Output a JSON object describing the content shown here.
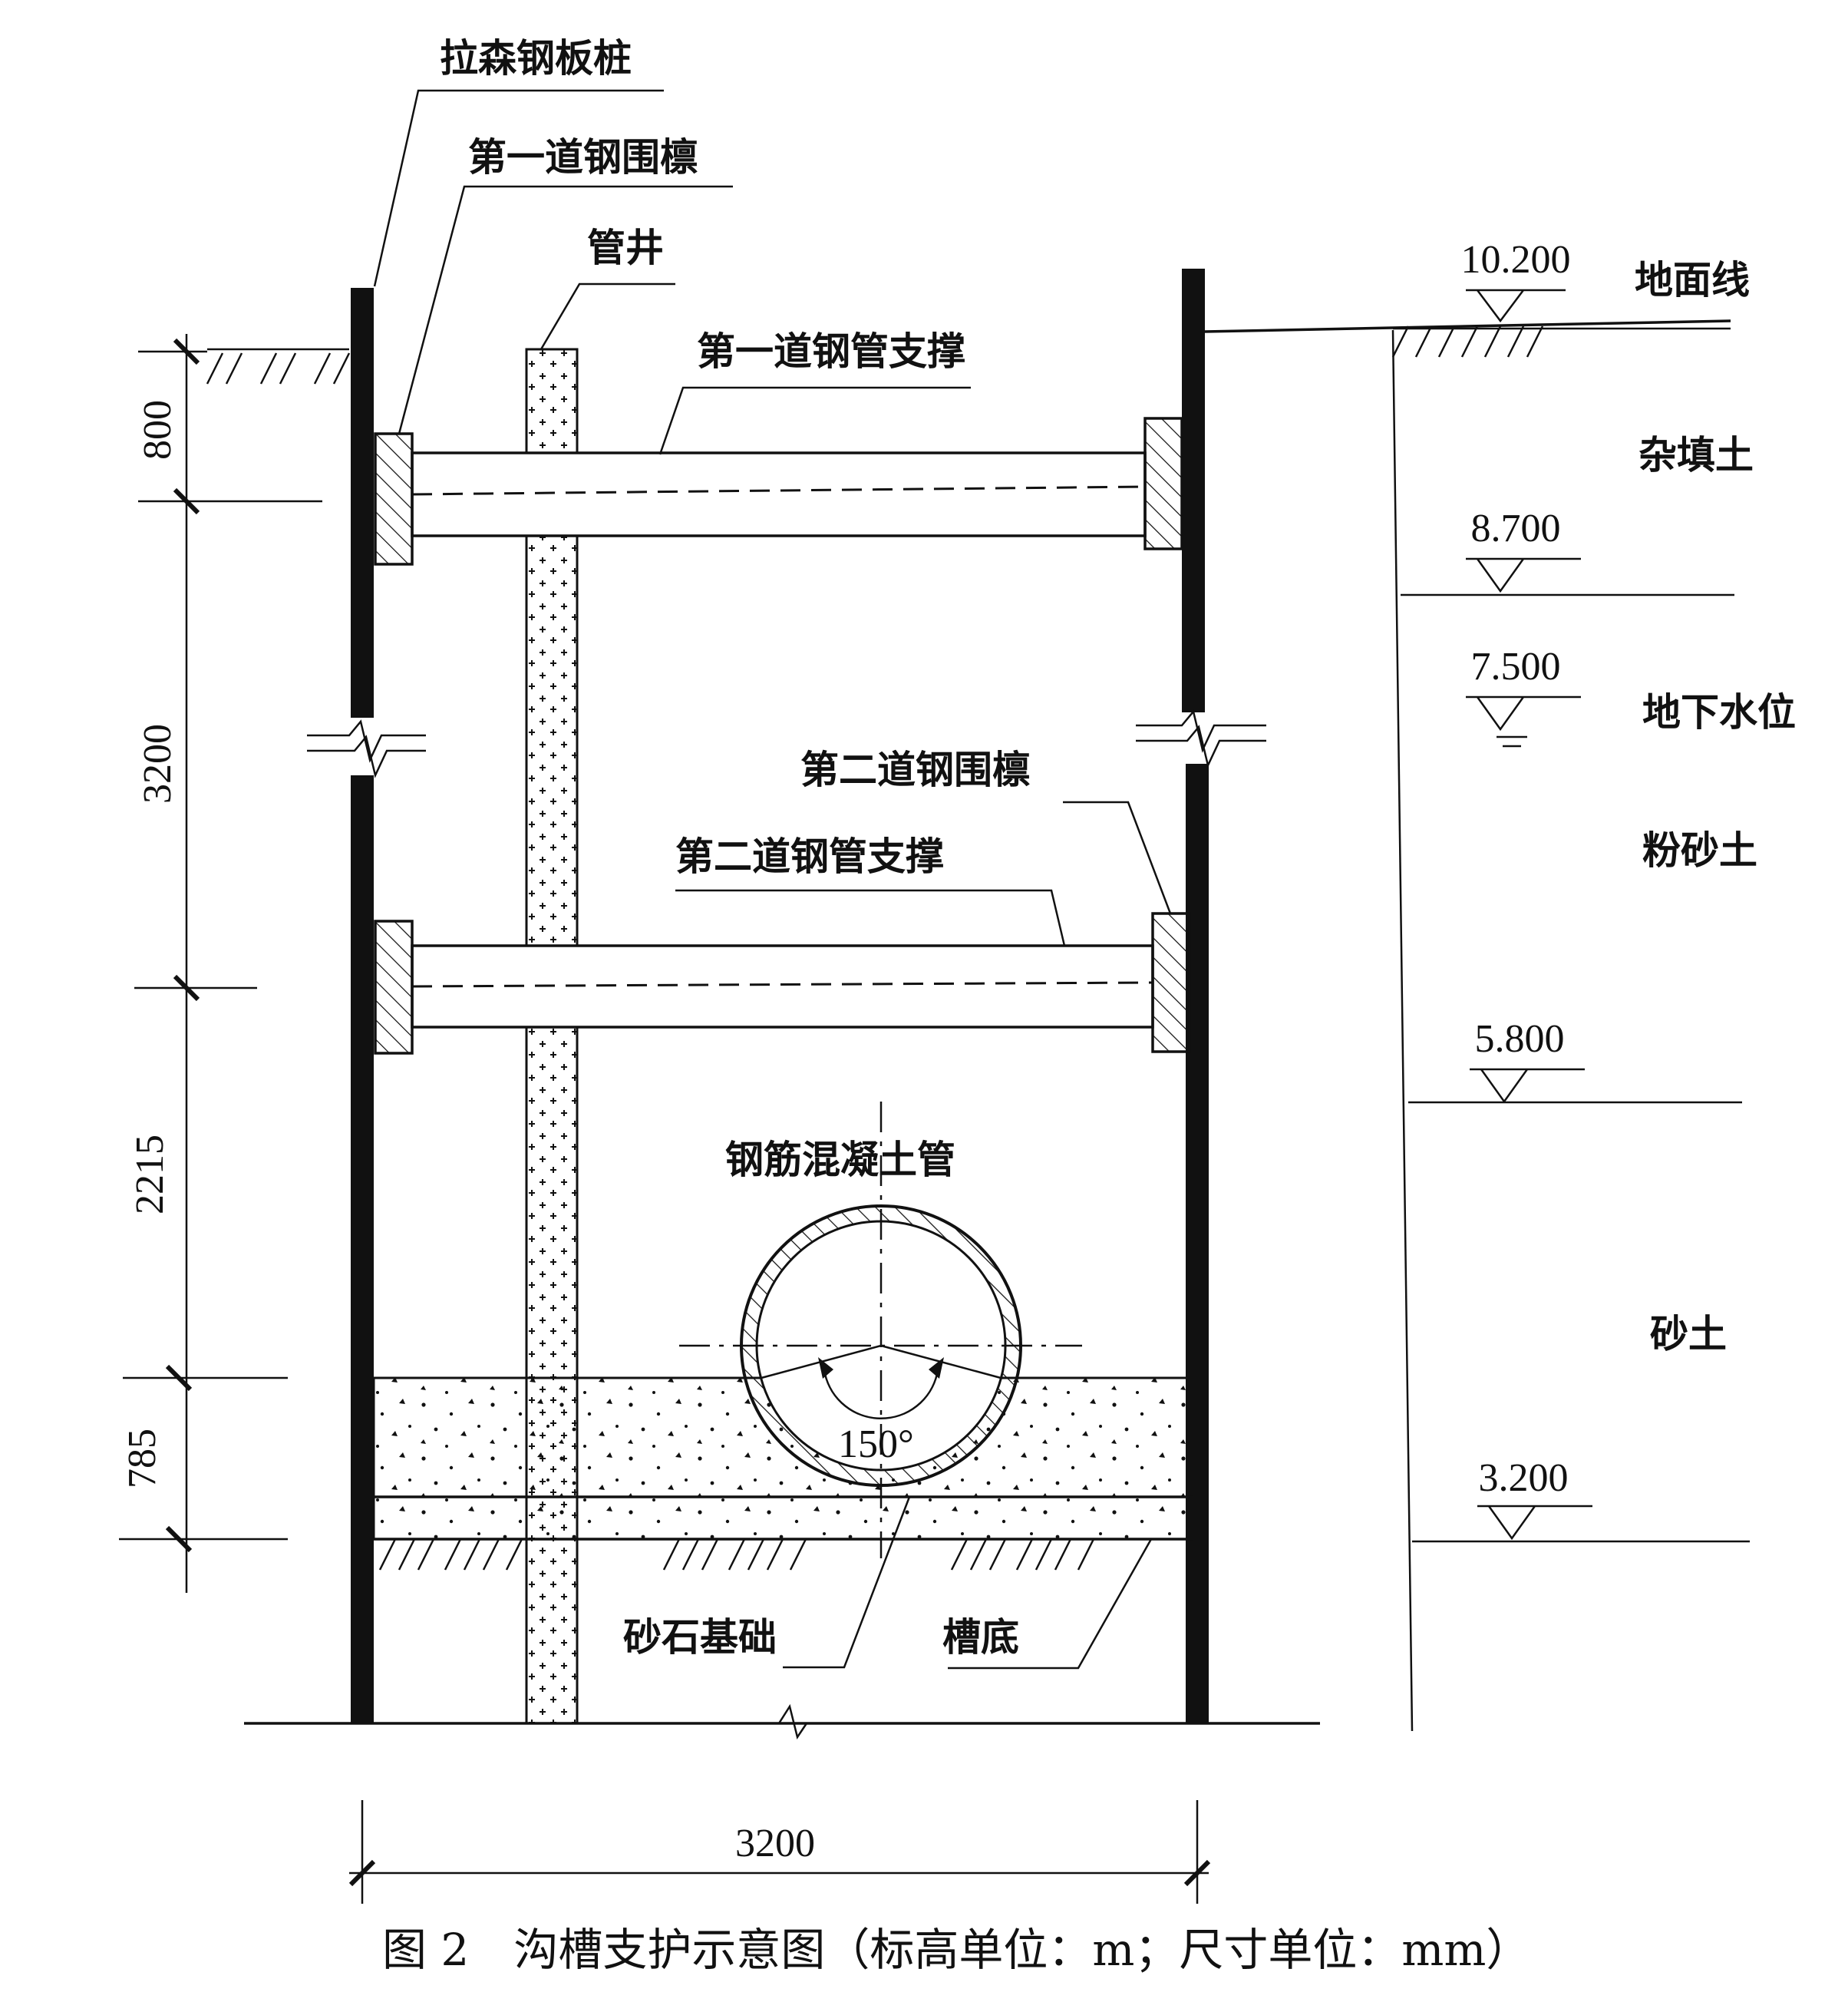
{
  "labels": {
    "sheet_pile": "拉森钢板桩",
    "first_waler": "第一道钢围檩",
    "pipe_well": "管井",
    "first_strut": "第一道钢管支撑",
    "second_waler": "第二道钢围檩",
    "second_strut": "第二道钢管支撑",
    "rc_pipe": "钢筋混凝土管",
    "angle": "150°",
    "gravel_base": "砂石基础",
    "trench_bottom": "槽底"
  },
  "dimensions": {
    "d1": "800",
    "d2": "3200",
    "d3": "2215",
    "d4": "785",
    "width": "3200"
  },
  "elevations": [
    {
      "value": "10.200",
      "label": "地面线"
    },
    {
      "value": "8.700",
      "label": ""
    },
    {
      "value": "7.500",
      "label": "地下水位"
    },
    {
      "value": "5.800",
      "label": ""
    },
    {
      "value": "3.200",
      "label": ""
    }
  ],
  "soil_layers": [
    "杂填土",
    "粉砂土",
    "砂土"
  ],
  "caption": "图 2　沟槽支护示意图（标高单位：m；尺寸单位：mm）"
}
